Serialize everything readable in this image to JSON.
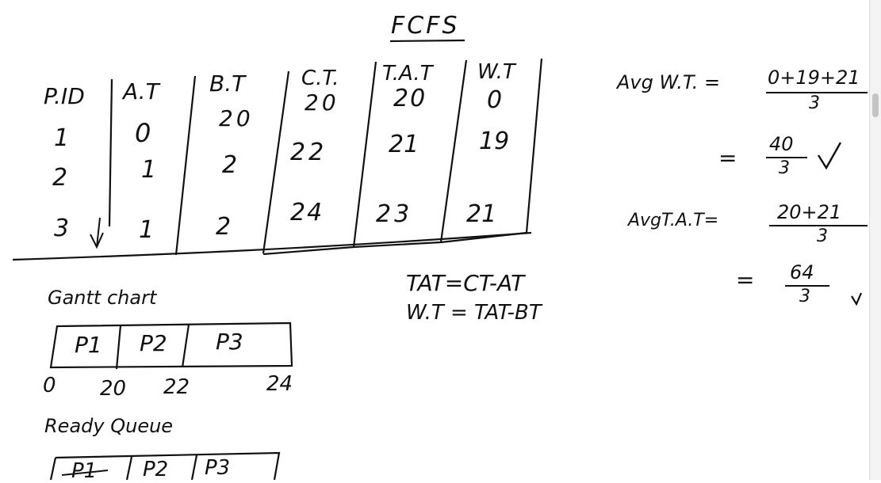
{
  "title": "FCFS",
  "table": {
    "headers": [
      "P.ID",
      "A.T",
      "B.T",
      "C.T.",
      "T.A.T",
      "W.T"
    ],
    "rows": [
      [
        "1",
        "0",
        "20",
        "20",
        "20",
        "0"
      ],
      [
        "2",
        "1",
        "2",
        "22",
        "21",
        "19"
      ],
      [
        "3",
        "1",
        "2",
        "24",
        "23",
        "21"
      ]
    ]
  },
  "avg_wt": {
    "label": "Avg W.T. =",
    "numerator": "0+19+21",
    "denominator": "3",
    "result_numerator": "40",
    "result_denominator": "3",
    "equals": "="
  },
  "avg_tat": {
    "label": "AvgT.A.T=",
    "numerator": "20+21",
    "denominator": "3",
    "result_numerator": "64",
    "result_denominator": "3",
    "equals": "="
  },
  "formulas": [
    "TAT=CT-AT",
    "W.T = TAT-BT"
  ],
  "gantt": {
    "label": "Gantt chart",
    "cells": [
      "P1",
      "P2",
      "P3"
    ],
    "ticks": [
      "0",
      "20",
      "22",
      "24"
    ]
  },
  "ready_queue": {
    "label": "Ready Queue",
    "cells": [
      "P1",
      "P2",
      "P3"
    ]
  },
  "colors": {
    "ink": "#111111",
    "background": "#ffffff"
  }
}
